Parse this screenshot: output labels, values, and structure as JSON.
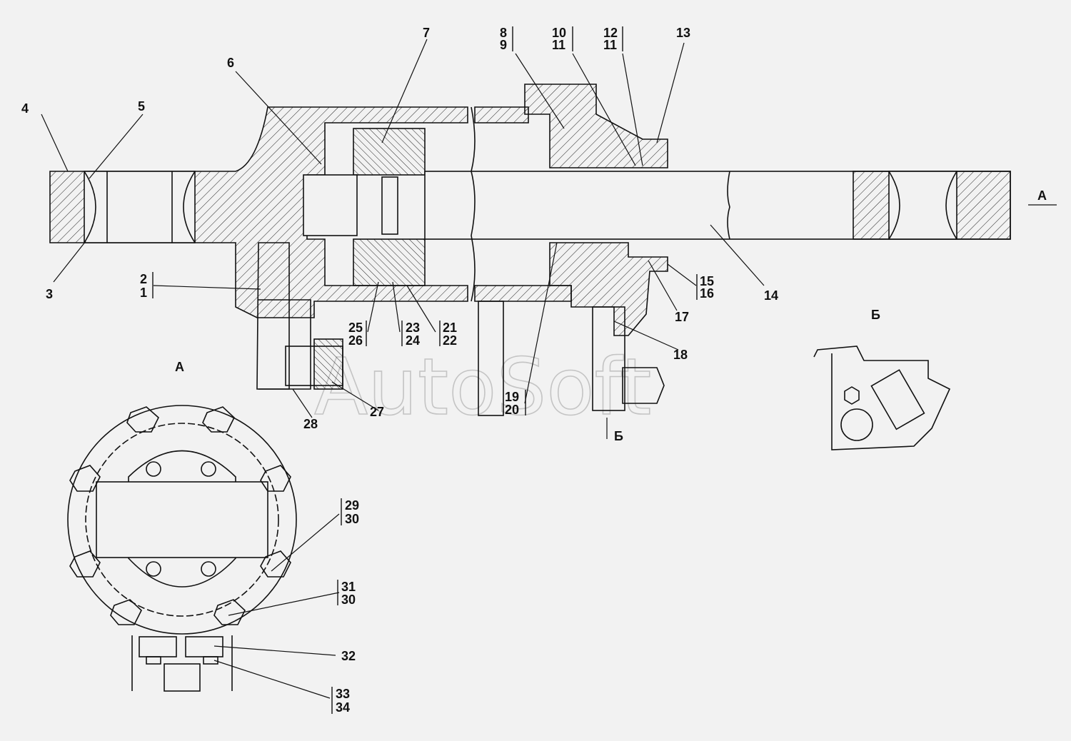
{
  "watermark": "AutoSoft",
  "view_labels": {
    "view_a_arrow": "А",
    "view_a_title": "А",
    "view_b_arrow": "Б",
    "view_b_title": "Б"
  },
  "callouts": {
    "c1": "1",
    "c2": "2",
    "c3": "3",
    "c4": "4",
    "c5": "5",
    "c6": "6",
    "c7": "7",
    "c8": "8",
    "c9": "9",
    "c10": "10",
    "c11a": "11",
    "c11b": "11",
    "c12": "12",
    "c13": "13",
    "c14": "14",
    "c15": "15",
    "c16": "16",
    "c17": "17",
    "c18": "18",
    "c19": "19",
    "c20": "20",
    "c21": "21",
    "c22": "22",
    "c23": "23",
    "c24": "24",
    "c25": "25",
    "c26": "26",
    "c27": "27",
    "c28": "28",
    "c29": "29",
    "c30a": "30",
    "c30b": "30",
    "c31": "31",
    "c32": "32",
    "c33": "33",
    "c34": "34"
  },
  "colors": {
    "line": "#111111",
    "background": "#f2f2f2",
    "watermark": "#c4c4c4"
  }
}
